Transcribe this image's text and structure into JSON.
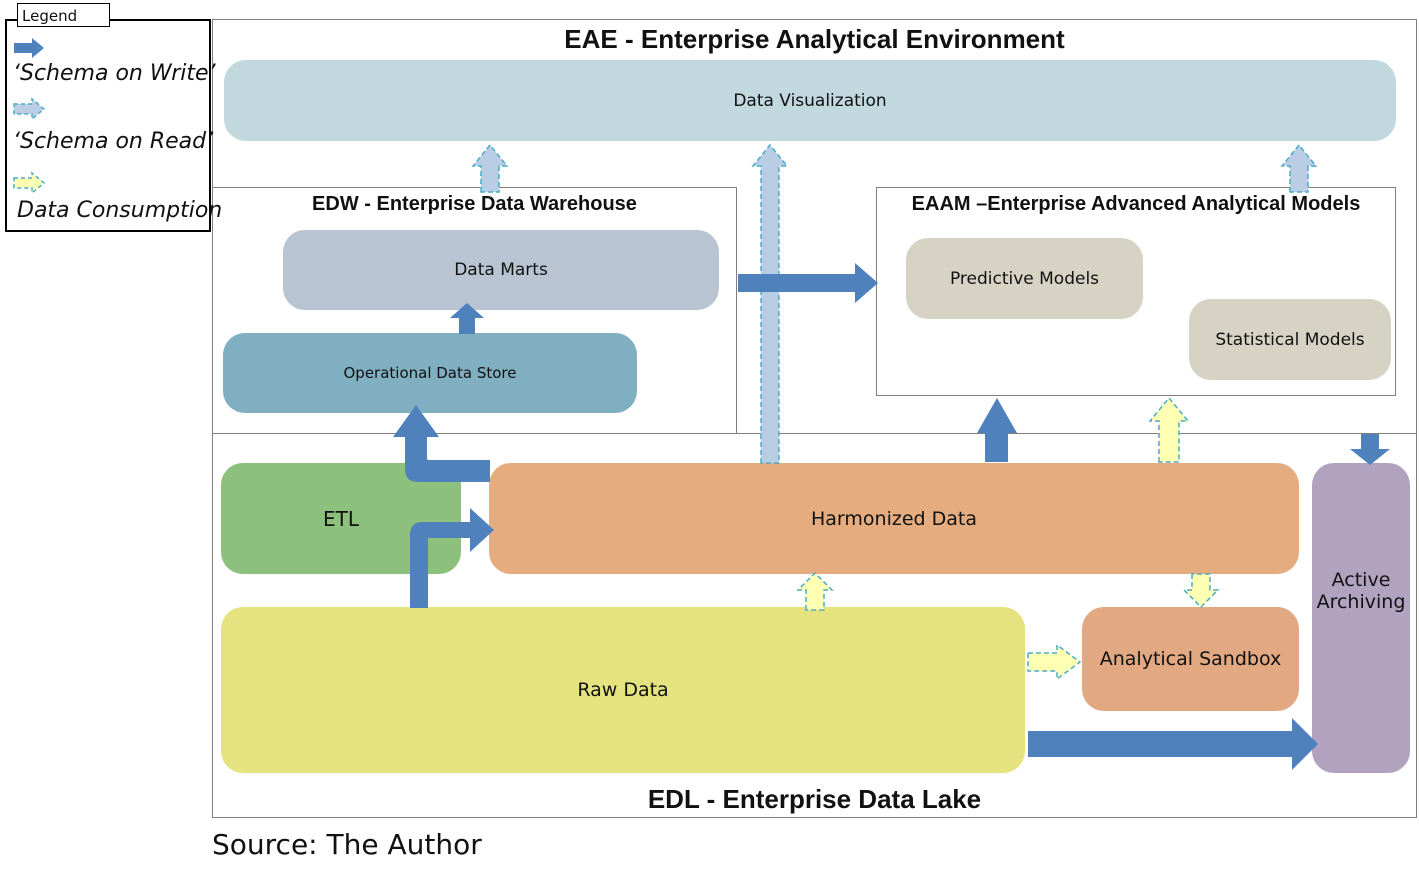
{
  "legend": {
    "title": "Legend",
    "items": [
      {
        "label": "‘Schema on Write’",
        "style": "solid"
      },
      {
        "label": "‘Schema on Read’",
        "style": "read"
      },
      {
        "label": "Data Consumption",
        "style": "consume"
      }
    ]
  },
  "eae": {
    "title": "EAE - Enterprise Analytical Environment",
    "visualization": "Data Visualization"
  },
  "edw": {
    "title": "EDW - Enterprise Data Warehouse",
    "data_marts": "Data Marts",
    "ods": "Operational Data Store"
  },
  "eaam": {
    "title": "EAAM –Enterprise Advanced Analytical Models",
    "predictive": "Predictive Models",
    "statistical": "Statistical Models"
  },
  "edl": {
    "title": "EDL - Enterprise Data Lake",
    "etl": "ETL",
    "harmonized": "Harmonized Data",
    "raw": "Raw Data",
    "sandbox": "Analytical Sandbox",
    "archiving_line1": "Active",
    "archiving_line2": "Archiving"
  },
  "source": "Source: The Author",
  "colors": {
    "solid_arrow": "#4f81bd",
    "read_arrow": "#b9cde5",
    "consume_arrow": "#ffffb3",
    "dash_stroke": "#4bacc6",
    "visualization": "#c0d8de",
    "data_marts": "#b8c4d2",
    "ods": "#7fafc0",
    "models": "#d6d3c4",
    "etl": "#8cc07c",
    "harmonized": "#e5ad7f",
    "raw": "#e5e37f",
    "sandbox": "#e2a882",
    "archiving": "#b1a3c0"
  }
}
